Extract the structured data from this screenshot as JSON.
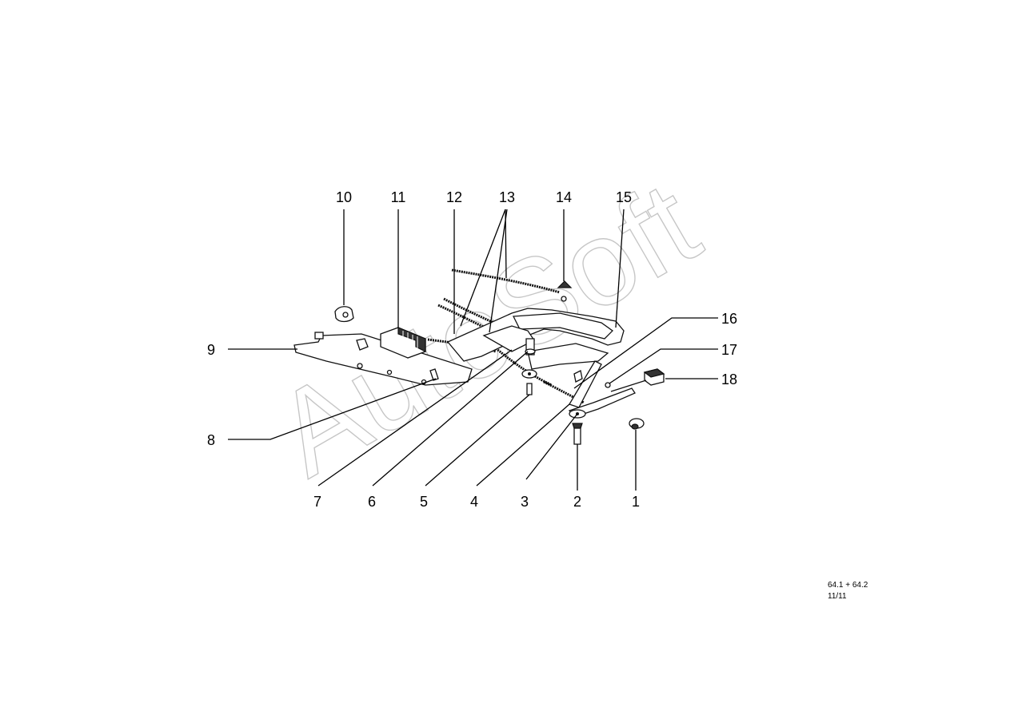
{
  "callouts": {
    "c1": "1",
    "c2": "2",
    "c3": "3",
    "c4": "4",
    "c5": "5",
    "c6": "6",
    "c7": "7",
    "c8": "8",
    "c9": "9",
    "c10": "10",
    "c11": "11",
    "c12": "12",
    "c13": "13",
    "c14": "14",
    "c15": "15",
    "c16": "16",
    "c17": "17",
    "c18": "18"
  },
  "watermark": "AutoSoft",
  "reference": {
    "line1": "64.1 + 64.2",
    "line2": "11/11"
  }
}
